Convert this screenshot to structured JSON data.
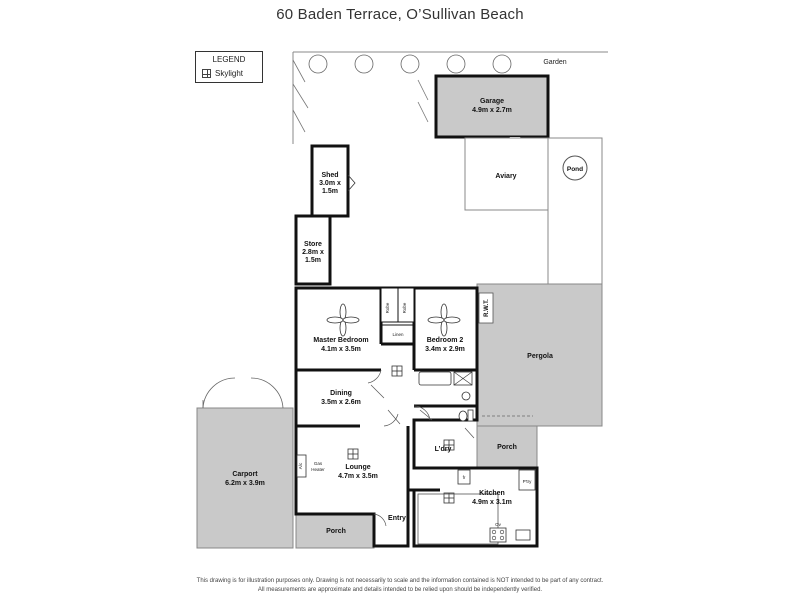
{
  "title": "60 Baden Terrace, O’Sullivan Beach",
  "legend": {
    "title": "LEGEND",
    "item": "Skylight"
  },
  "outdoor": {
    "garden": "Garden",
    "pond": "Pond",
    "aviary": "Aviary",
    "rwt": "R.W.T."
  },
  "rooms": {
    "garage": {
      "name": "Garage",
      "size": "4.9m x 2.7m"
    },
    "shed": {
      "name": "Shed",
      "size_line1": "3.0m x",
      "size_line2": "1.5m"
    },
    "store": {
      "name": "Store",
      "size_line1": "2.8m x",
      "size_line2": "1.5m"
    },
    "master_bedroom": {
      "name": "Master Bedroom",
      "size": "4.1m x 3.5m"
    },
    "bedroom2": {
      "name": "Bedroom 2",
      "size": "3.4m x 2.9m"
    },
    "pergola": {
      "name": "Pergola"
    },
    "dining": {
      "name": "Dining",
      "size": "3.5m x 2.6m"
    },
    "lounge": {
      "name": "Lounge",
      "size": "4.7m x 3.5m"
    },
    "carport": {
      "name": "Carport",
      "size": "6.2m x 3.9m"
    },
    "laundry": {
      "name": "L’dry"
    },
    "porch_rear": {
      "name": "Porch"
    },
    "porch_front": {
      "name": "Porch"
    },
    "kitchen": {
      "name": "Kitchen",
      "size": "4.9m x 3.1m"
    },
    "entry": {
      "name": "Entry"
    }
  },
  "fixtures": {
    "robe": "Robe",
    "linen": "Linen",
    "ac": "A/c",
    "gas_heater_line1": "Gas",
    "gas_heater_line2": "Heater",
    "pantry": "P'try",
    "oven": "Ov",
    "fridge": "fr"
  },
  "disclaimer": {
    "line1": "This drawing is for illustration purposes only. Drawing is not necessarily to scale and the information contained is NOT intended to be part of any contract.",
    "line2": "All measurements are approximate and details intended to be relied upon should be independently verified."
  }
}
